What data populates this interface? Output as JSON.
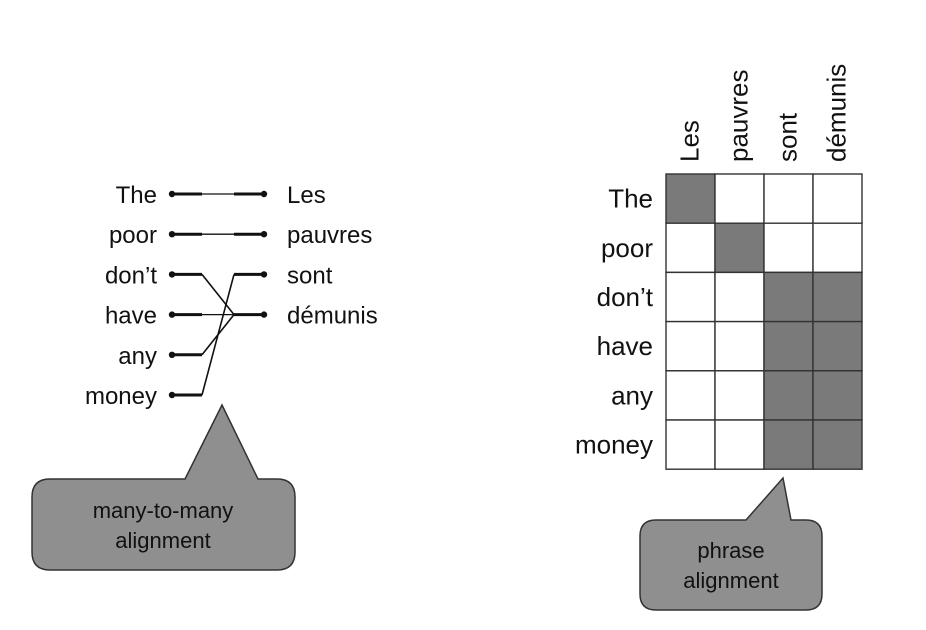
{
  "colors": {
    "background": "#ffffff",
    "ink": "#111111",
    "filled_cell": "#7a7a7a",
    "empty_cell": "#ffffff",
    "grid_line": "#333333",
    "bubble_fill": "#8f8f8f",
    "bubble_stroke": "#333333"
  },
  "word_alignment": {
    "source_words": [
      "The",
      "poor",
      "don’t",
      "have",
      "any",
      "money"
    ],
    "target_words": [
      "Les",
      "pauvres",
      "sont",
      "démunis"
    ],
    "links": [
      {
        "source": 0,
        "target": 0
      },
      {
        "source": 1,
        "target": 1
      },
      {
        "source": 2,
        "target": 3
      },
      {
        "source": 3,
        "target": 3
      },
      {
        "source": 4,
        "target": 3
      },
      {
        "source": 5,
        "target": 2
      }
    ],
    "callout": {
      "line1": "many-to-many",
      "line2": "alignment"
    }
  },
  "phrase_alignment": {
    "row_labels": [
      "The",
      "poor",
      "don’t",
      "have",
      "any",
      "money"
    ],
    "column_labels": [
      "Les",
      "pauvres",
      "sont",
      "démunis"
    ],
    "matrix": [
      [
        1,
        0,
        0,
        0
      ],
      [
        0,
        1,
        0,
        0
      ],
      [
        0,
        0,
        1,
        1
      ],
      [
        0,
        0,
        1,
        1
      ],
      [
        0,
        0,
        1,
        1
      ],
      [
        0,
        0,
        1,
        1
      ]
    ],
    "callout": {
      "line1": "phrase",
      "line2": "alignment"
    }
  }
}
